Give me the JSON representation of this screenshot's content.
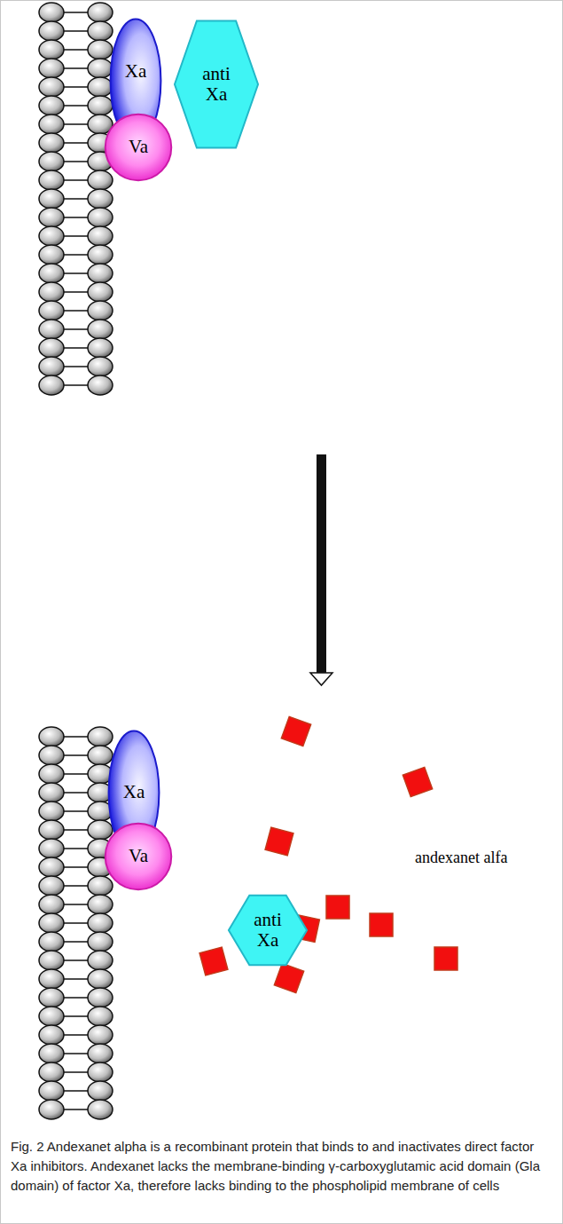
{
  "diagram": {
    "caption": "Fig. 2 Andexanet alpha is a recombinant protein that binds to and inactivates direct factor Xa inhibitors. Andexanet lacks the membrane-binding γ-carboxyglutamic acid domain (Gla domain) of factor Xa, therefore lacks binding to the phospholipid membrane of cells",
    "nodes": [
      {
        "text": [
          "Xa"
        ]
      },
      {
        "text": [
          "anti Xa"
        ]
      },
      {
        "text": [
          "Va"
        ]
      },
      {
        "text": [
          "Xa"
        ]
      },
      {
        "text": [
          "Va"
        ]
      },
      {
        "text": [
          "anti Xa"
        ]
      }
    ],
    "labels": [
      "andexanet alfa"
    ]
  }
}
